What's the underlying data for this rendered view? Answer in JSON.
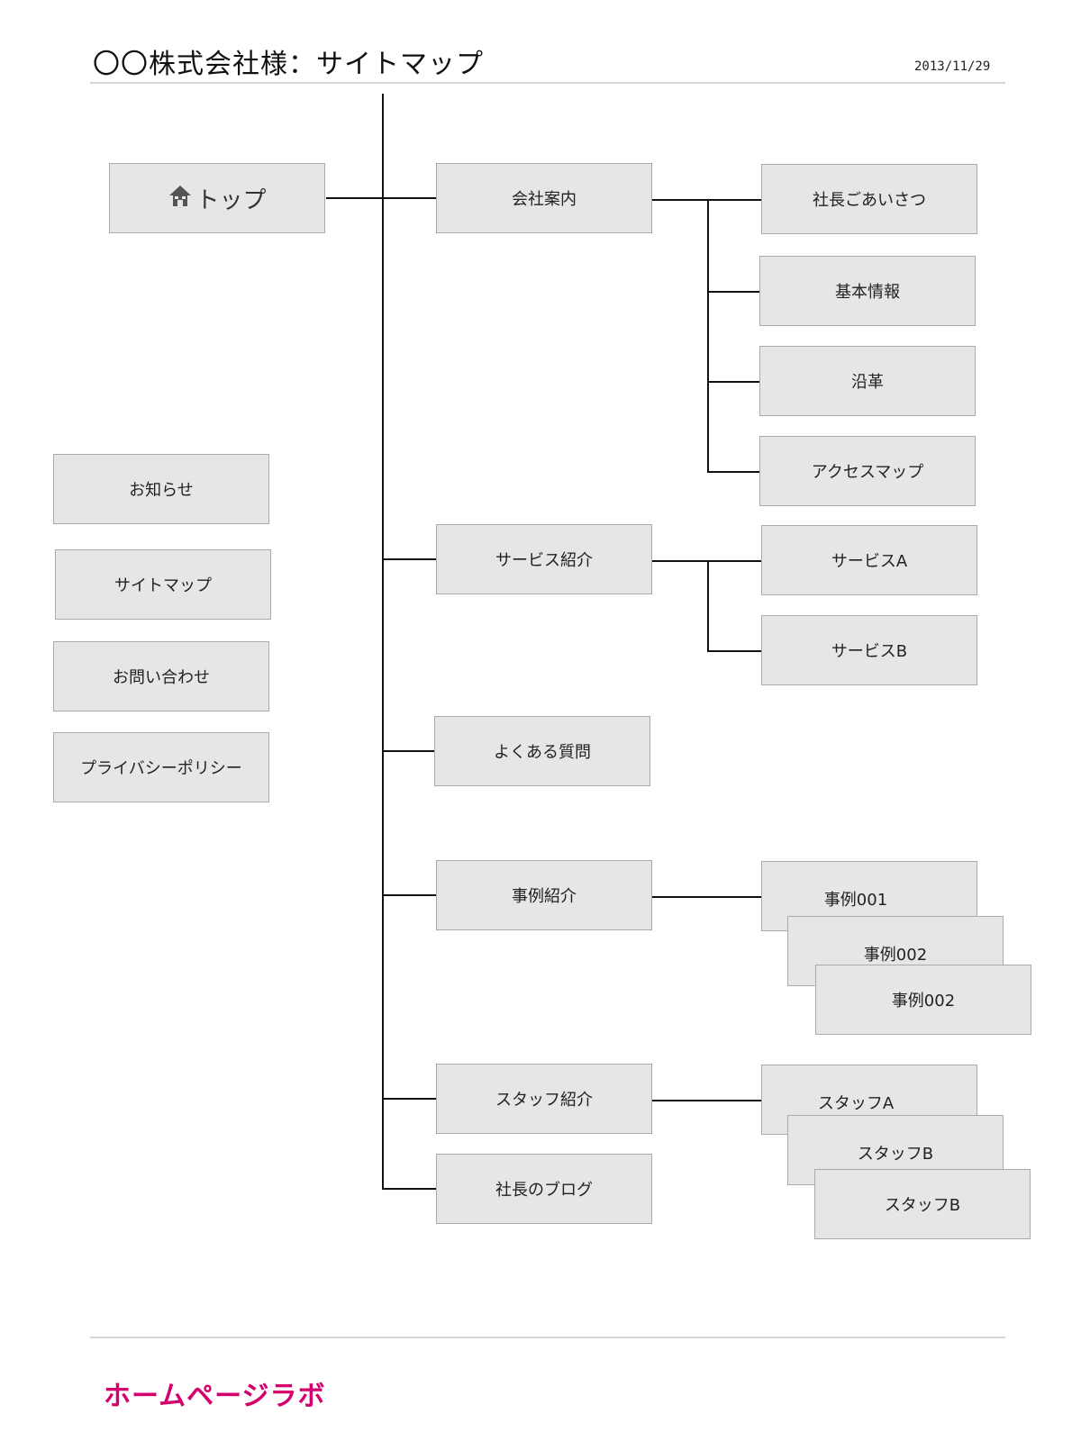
{
  "header": {
    "title": "〇〇株式会社様：サイトマップ",
    "date": "2013/11/29"
  },
  "nodes": {
    "top": "トップ",
    "company": "会社案内",
    "greeting": "社長ごあいさつ",
    "basic_info": "基本情報",
    "history": "沿革",
    "access_map": "アクセスマップ",
    "services": "サービス紹介",
    "service_a": "サービスA",
    "service_b": "サービスB",
    "faq": "よくある質問",
    "cases": "事例紹介",
    "case_1": "事例001",
    "case_2": "事例002",
    "case_3": "事例002",
    "staff": "スタッフ紹介",
    "staff_a": "スタッフA",
    "staff_b": "スタッフB",
    "staff_c": "スタッフB",
    "blog": "社長のブログ",
    "news": "お知らせ",
    "sitemap": "サイトマップ",
    "contact": "お問い合わせ",
    "privacy": "プライバシーポリシー"
  },
  "icons": {
    "top_node_icon": "home-icon"
  },
  "colors": {
    "node_fill": "#e6e6e6",
    "node_border": "#aaaaaa",
    "connector": "#111111",
    "brand": "#d4006e"
  },
  "footer": {
    "brand": "ホームページラボ"
  }
}
